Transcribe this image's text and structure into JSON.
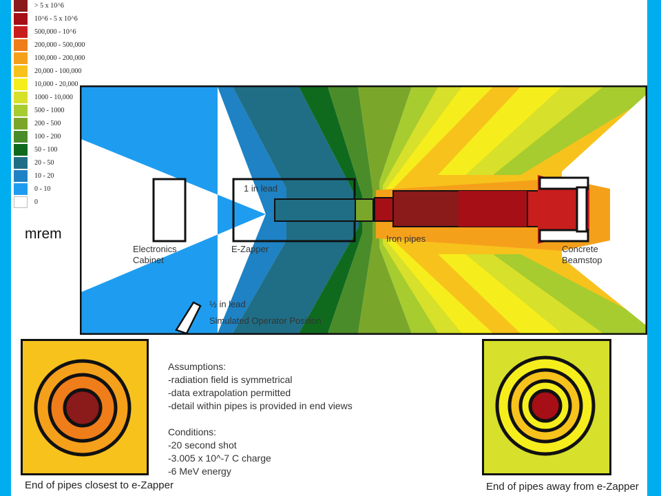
{
  "legend": {
    "unit": "mrem",
    "items": [
      {
        "label": "> 5 x 10^6",
        "color": "#8b1a1a"
      },
      {
        "label": "10^6 - 5 x 10^6",
        "color": "#a50f15"
      },
      {
        "label": "500,000 - 10^6",
        "color": "#c81e1e"
      },
      {
        "label": "200,000 - 500,000",
        "color": "#ef7d1a"
      },
      {
        "label": "100,000 - 200,000",
        "color": "#f5a01a"
      },
      {
        "label": "20,000 - 100,000",
        "color": "#f7c21c"
      },
      {
        "label": "10,000 - 20,000",
        "color": "#f6ee1c"
      },
      {
        "label": "1000 - 10,000",
        "color": "#d7e02a"
      },
      {
        "label": "500 - 1000",
        "color": "#a6cc2f"
      },
      {
        "label": "200 - 500",
        "color": "#7aa72a"
      },
      {
        "label": "100 - 200",
        "color": "#4a8c2a"
      },
      {
        "label": "50 - 100",
        "color": "#0f6a1e"
      },
      {
        "label": "20 - 50",
        "color": "#1f6e86"
      },
      {
        "label": "10 - 20",
        "color": "#1e82c4"
      },
      {
        "label": "0 - 10",
        "color": "#1e9df0"
      },
      {
        "label": "0",
        "color": "#ffffff"
      }
    ]
  },
  "diagram": {
    "labels": {
      "lead_1": "1 in lead",
      "electronics": "Electronics Cabinet",
      "ezapper": "E-Zapper",
      "iron_pipes": "Iron pipes",
      "beamstop": "Concrete Beamstop",
      "lead_half": "½ in lead",
      "operator": "Simulated Operator Position"
    }
  },
  "notes": {
    "assumptions_title": "Assumptions:",
    "assumptions": [
      "-radiation field is symmetrical",
      "-data extrapolation permitted",
      "-detail within pipes is provided in end views"
    ],
    "conditions_title": "Conditions:",
    "conditions": [
      "-20 second shot",
      "-3.005 x 10^-7 C charge",
      "-6 MeV energy"
    ]
  },
  "end_views": {
    "left_caption": "End of pipes closest to e-Zapper",
    "right_caption": "End of pipes away from e-Zapper"
  }
}
